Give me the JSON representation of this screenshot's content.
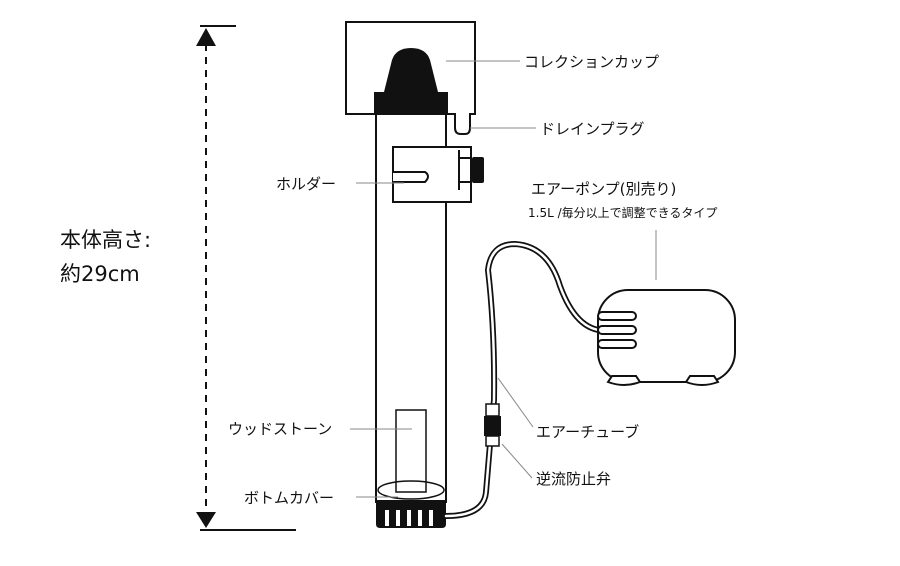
{
  "labels": {
    "collection_cup": "コレクションカップ",
    "drain_plug": "ドレインプラグ",
    "holder": "ホルダー",
    "air_pump": "エアーポンプ(別売り)",
    "air_pump_note": "1.5L /毎分以上で調整できるタイプ",
    "height_label": "本体高さ:",
    "height_value": "約29cm",
    "wood_stone": "ウッドストーン",
    "air_tube": "エアーチューブ",
    "check_valve": "逆流防止弁",
    "bottom_cover": "ボトムカバー"
  },
  "colors": {
    "ink": "#111111",
    "leader": "#888888",
    "background": "#ffffff"
  }
}
